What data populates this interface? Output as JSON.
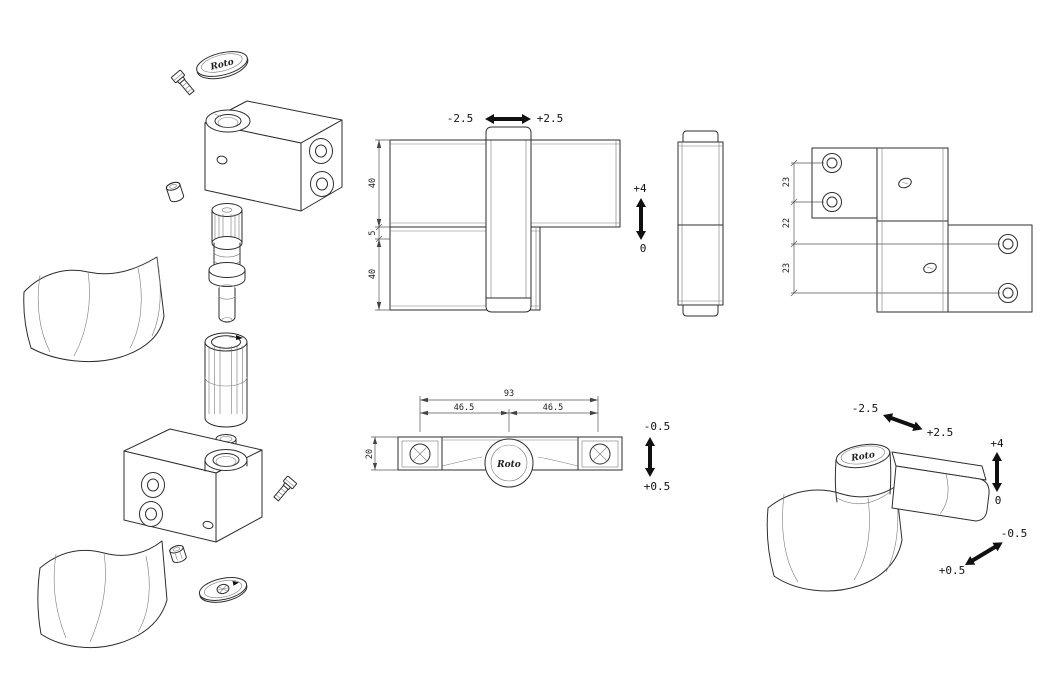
{
  "brand": "Roto",
  "front_view": {
    "adjust_x_neg": "-2.5",
    "adjust_x_pos": "+2.5",
    "adjust_y_pos": "+4",
    "adjust_y_zero": "0",
    "dim_upper": "40",
    "dim_mid": "5",
    "dim_lower": "40"
  },
  "back_view": {
    "dim_top": "23",
    "dim_mid": "22",
    "dim_bottom": "23"
  },
  "top_view": {
    "dim_total": "93",
    "dim_half_left": "46.5",
    "dim_half_right": "46.5",
    "dim_depth": "20",
    "adjust_z_neg": "-0.5",
    "adjust_z_pos": "+0.5"
  },
  "iso_view": {
    "adjust_x_neg": "-2.5",
    "adjust_x_pos": "+2.5",
    "adjust_y_pos": "+4",
    "adjust_y_zero": "0",
    "adjust_z_neg": "-0.5",
    "adjust_z_pos": "+0.5"
  }
}
